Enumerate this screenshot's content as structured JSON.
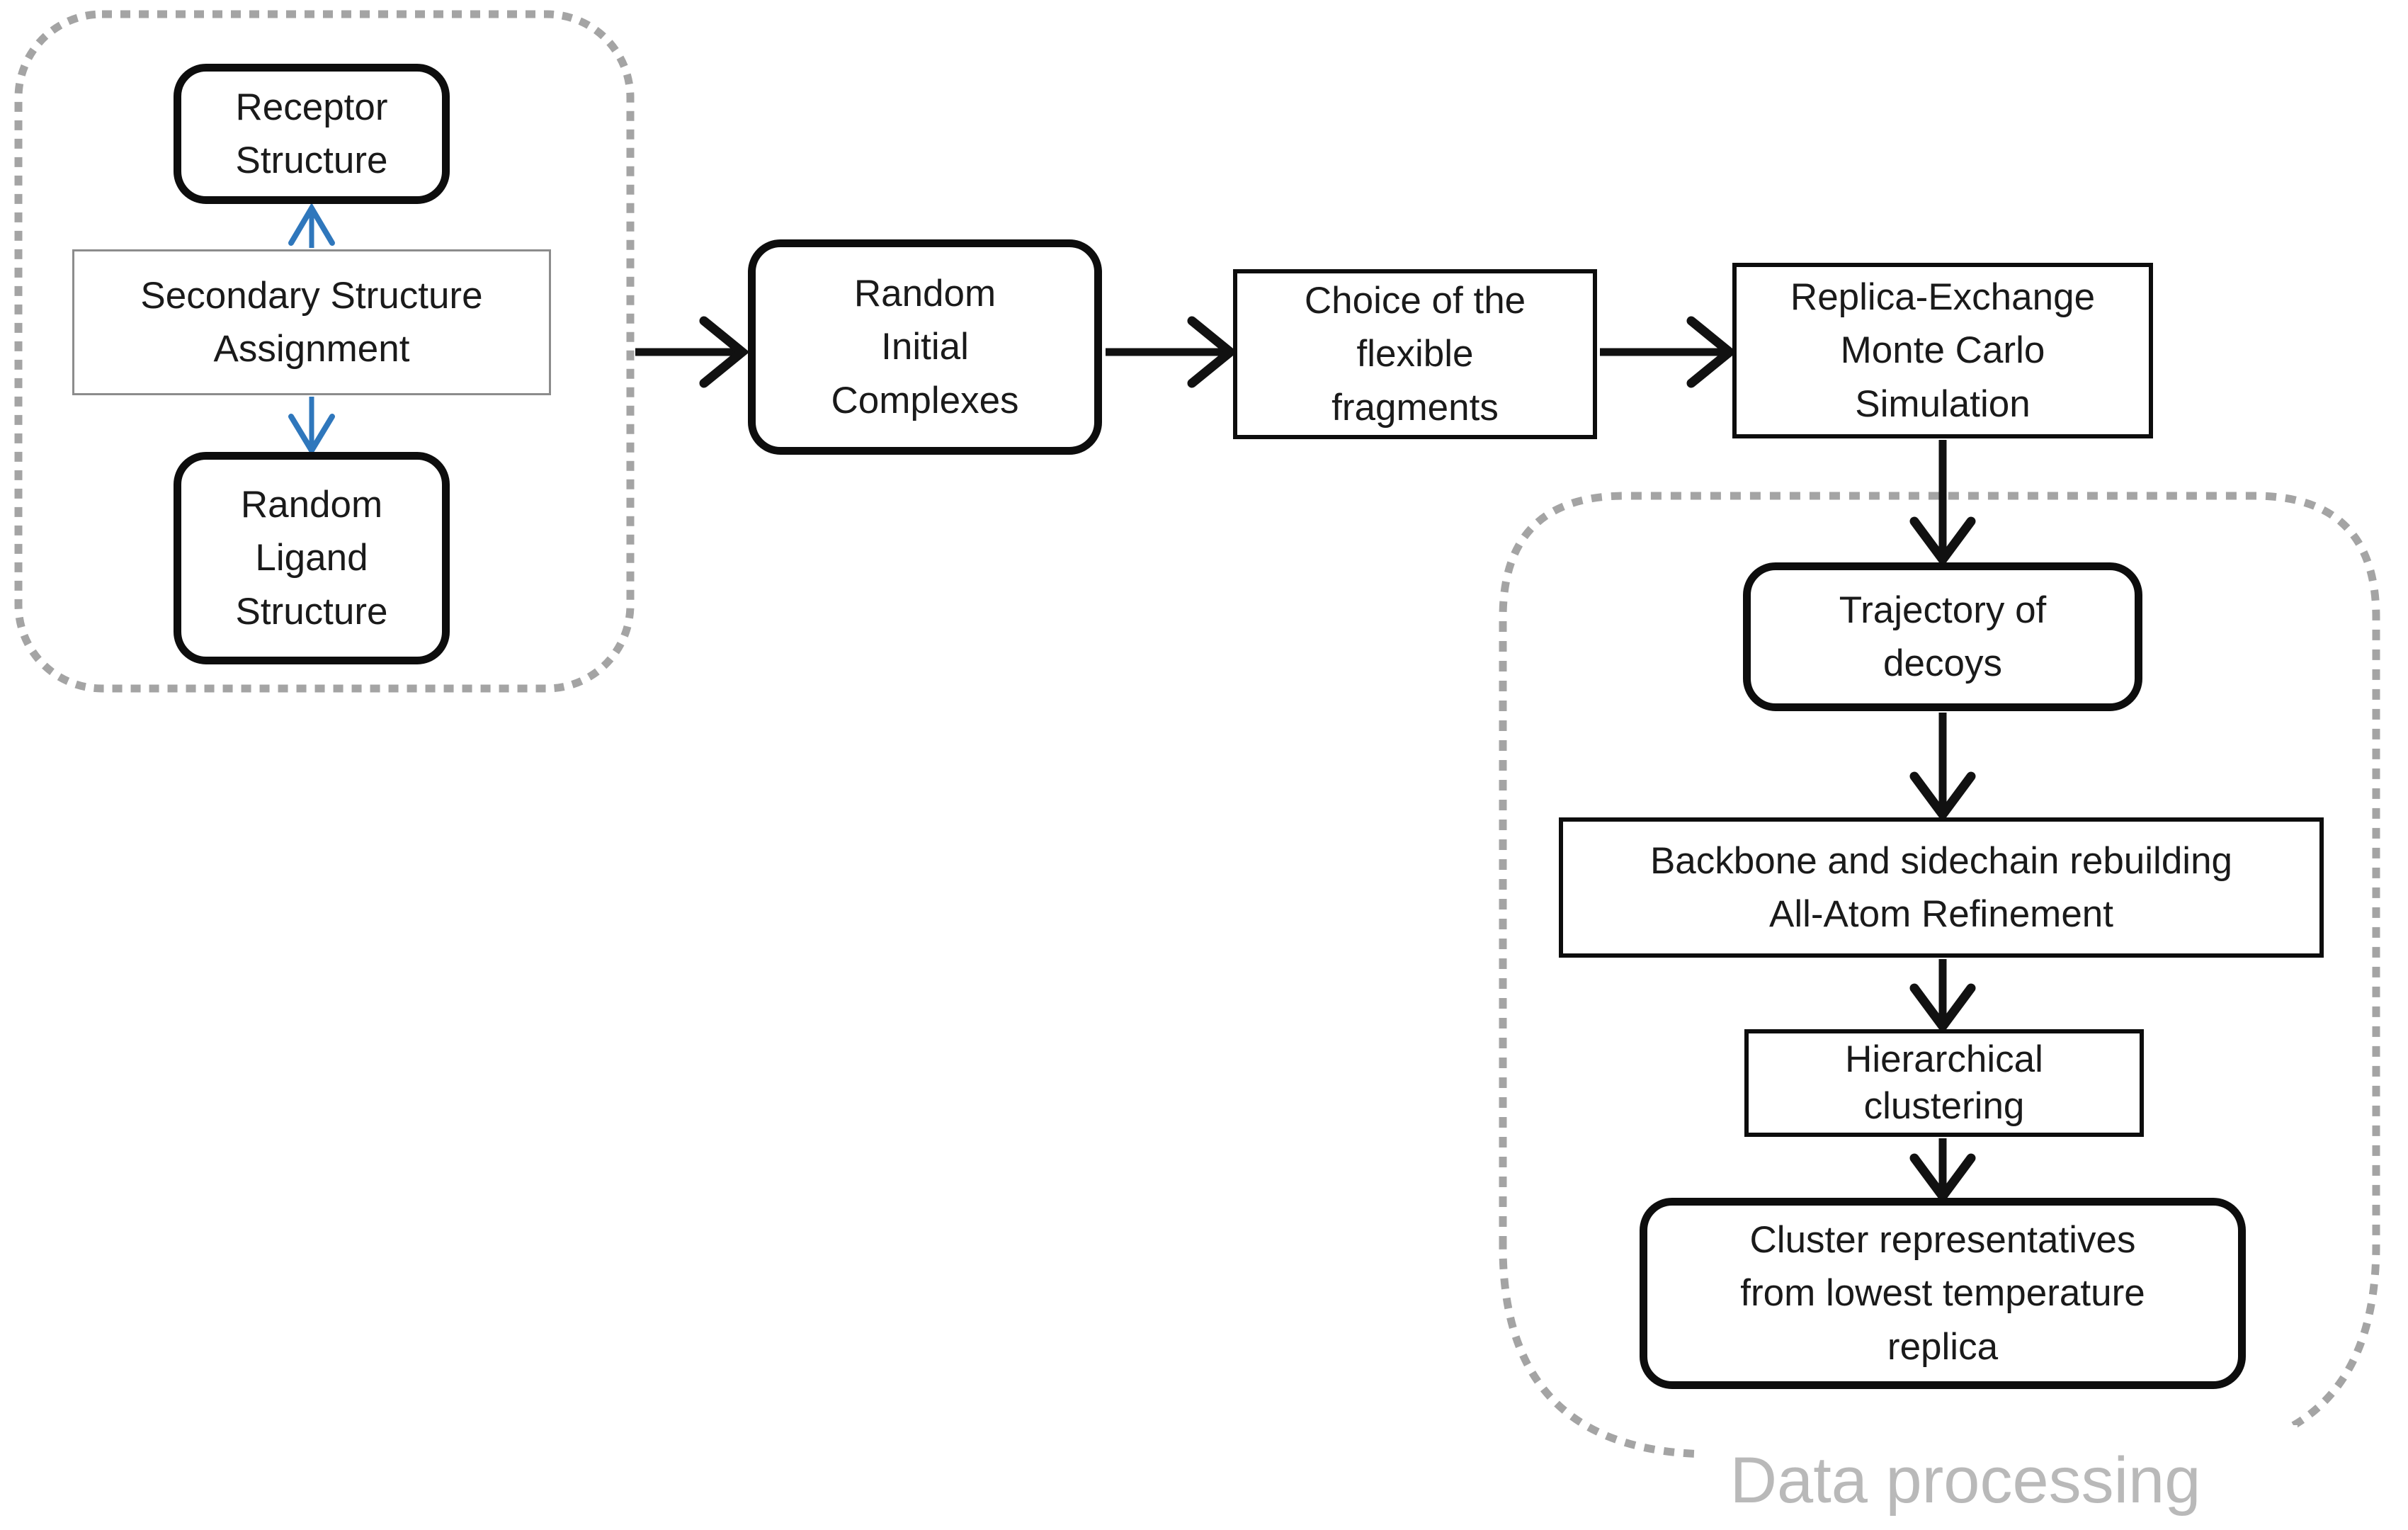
{
  "colors": {
    "box_border": "#0d0d0d",
    "gray_box_border": "#8c8c8c",
    "dotted_group_border": "#a4a4a4",
    "arrow_black": "#111111",
    "arrow_blue": "#2f77bc",
    "group_label_gray": "#b9b9b9",
    "text": "#1a1a1a"
  },
  "groups": {
    "inputs": {
      "label": ""
    },
    "data_processing": {
      "label": "Data processing"
    }
  },
  "nodes": {
    "receptor_structure": {
      "label": "Receptor\nStructure",
      "style": "thick-rounded"
    },
    "secondary_structure_assignment": {
      "label": "Secondary Structure\nAssignment",
      "style": "gray-thin"
    },
    "random_ligand_structure": {
      "label": "Random\nLigand\nStructure",
      "style": "thick-rounded"
    },
    "random_initial_complexes": {
      "label": "Random\nInitial\nComplexes",
      "style": "thick-rounded"
    },
    "choice_flexible_fragments": {
      "label": "Choice of the\nflexible\nfragments",
      "style": "thin"
    },
    "replica_exchange_mc": {
      "label": "Replica-Exchange\nMonte Carlo\nSimulation",
      "style": "thin"
    },
    "trajectory_of_decoys": {
      "label": "Trajectory of\ndecoys",
      "style": "thick-rounded"
    },
    "backbone_rebuilding": {
      "label": "Backbone and sidechain rebuilding\nAll-Atom Refinement",
      "style": "thin"
    },
    "hierarchical_clustering": {
      "label": "Hierarchical\nclustering",
      "style": "thin"
    },
    "cluster_representatives": {
      "label": "Cluster representatives\nfrom lowest temperature\nreplica",
      "style": "thick-rounded"
    }
  },
  "edges": [
    {
      "from": "secondary_structure_assignment",
      "to": "receptor_structure",
      "color": "blue"
    },
    {
      "from": "secondary_structure_assignment",
      "to": "random_ligand_structure",
      "color": "blue"
    },
    {
      "from": "inputs_group",
      "to": "random_initial_complexes",
      "color": "black"
    },
    {
      "from": "random_initial_complexes",
      "to": "choice_flexible_fragments",
      "color": "black"
    },
    {
      "from": "choice_flexible_fragments",
      "to": "replica_exchange_mc",
      "color": "black"
    },
    {
      "from": "replica_exchange_mc",
      "to": "trajectory_of_decoys",
      "color": "black"
    },
    {
      "from": "trajectory_of_decoys",
      "to": "backbone_rebuilding",
      "color": "black"
    },
    {
      "from": "backbone_rebuilding",
      "to": "hierarchical_clustering",
      "color": "black"
    },
    {
      "from": "hierarchical_clustering",
      "to": "cluster_representatives",
      "color": "black"
    }
  ]
}
